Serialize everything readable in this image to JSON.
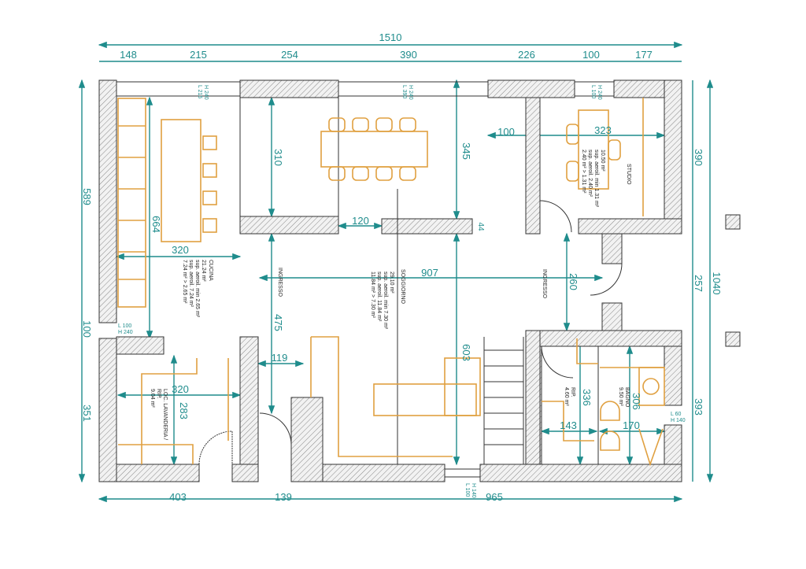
{
  "colors": {
    "dimension": "#1f8c8c",
    "furniture": "#e0a040",
    "wall": "#333333"
  },
  "dims": {
    "total_width": "1510",
    "top": [
      "148",
      "215",
      "254",
      "390",
      "226",
      "100",
      "177"
    ],
    "left": [
      "589",
      "100",
      "351"
    ],
    "right": [
      "390",
      "257",
      "393"
    ],
    "total_height": "1040",
    "bottom": [
      "403",
      "139",
      "965"
    ],
    "interior": {
      "kitchen_h": "664",
      "kitchen_w": "320",
      "closet_h": "310",
      "living_h": "345",
      "studio_off": "100",
      "studio_w": "323",
      "opening": "120",
      "step": "44",
      "living_w": "907",
      "entry_h": "260",
      "ingresso_h": "475",
      "ingresso_w": "119",
      "stair_h": "603",
      "laundry_w": "320",
      "laundry_h": "283",
      "rip_h": "336",
      "bath_h": "306",
      "rip_w": "143",
      "bath_w": "170"
    }
  },
  "windows": {
    "kitchen": [
      "L 215",
      "H 240"
    ],
    "living": [
      "L 390",
      "H 240"
    ],
    "studio": [
      "L 100",
      "H 240"
    ],
    "left": [
      "L 100",
      "H 240"
    ],
    "bath": [
      "L 60",
      "H 140"
    ],
    "bottom": [
      "L 100",
      "H 140"
    ]
  },
  "rooms": {
    "cucina": {
      "name": "CUCINA",
      "lines": [
        "21.24 m²",
        "sup. aeroil. min 2.65 m²",
        "sup. aeroil. 7.24 m²",
        "7.24 m² > 2.65 m²"
      ]
    },
    "ingresso1": {
      "name": "INGRESSO"
    },
    "soggiorno": {
      "name": "SOGGIORNO",
      "lines": [
        "29.10 m²",
        "sup. aeroil. min 7.30 m²",
        "sup. aeroil. 11.84 m²",
        "11.84 m² > 7.30 m²"
      ]
    },
    "ingresso2": {
      "name": "INGRESSO"
    },
    "studio": {
      "name": "STUDIO",
      "lines": [
        "10.50 m²",
        "sup. aeroil. min 1.31 m²",
        "sup. aeroil. 2.40 m²",
        "2.40 m² > 1.31 m²"
      ]
    },
    "lavanderia": {
      "name": "LOC. LAVANDERIA /",
      "lines": [
        "RIP.",
        "9.04 m²"
      ]
    },
    "rip": {
      "name": "RIP.",
      "lines": [
        "4.60 m²"
      ]
    },
    "bagno": {
      "name": "BAGNO",
      "lines": [
        "9.50 m²"
      ]
    }
  }
}
